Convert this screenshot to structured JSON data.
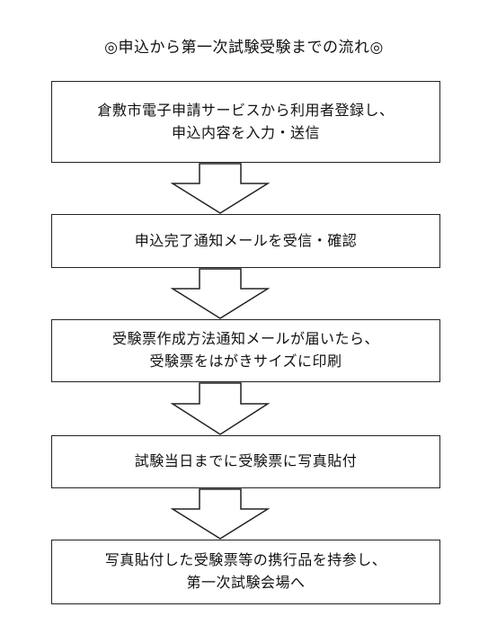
{
  "title": "◎申込から第一次試験受験までの流れ◎",
  "steps": [
    {
      "lines": [
        "倉敷市電子申請サービスから利用者登録し、",
        "申込内容を入力・送信"
      ]
    },
    {
      "lines": [
        "申込完了通知メールを受信・確認"
      ]
    },
    {
      "lines": [
        "受験票作成方法通知メールが届いたら、",
        "受験票をはがきサイズに印刷"
      ]
    },
    {
      "lines": [
        "試験当日までに受験票に写真貼付"
      ]
    },
    {
      "lines": [
        "写真貼付した受験票等の携行品を持参し、",
        "第一次試験会場へ"
      ]
    }
  ]
}
